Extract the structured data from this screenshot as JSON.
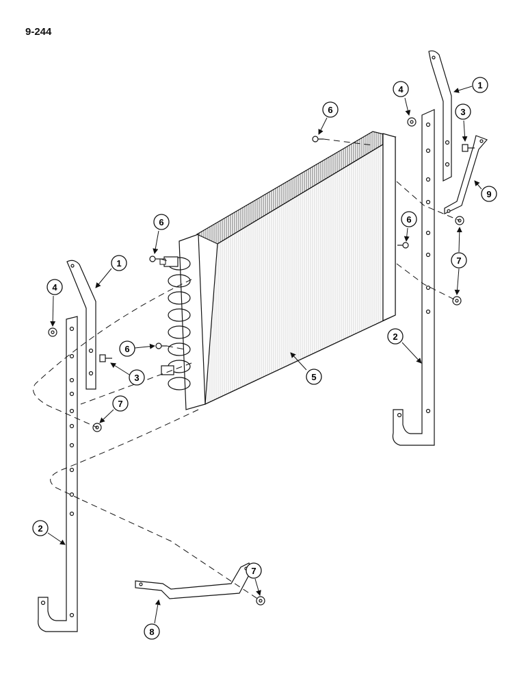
{
  "page": {
    "number": "9-244"
  },
  "diagram": {
    "callouts": [
      {
        "id": "c1-right",
        "label": "1"
      },
      {
        "id": "c3-right",
        "label": "3"
      },
      {
        "id": "c9",
        "label": "9"
      },
      {
        "id": "c4-top",
        "label": "4"
      },
      {
        "id": "c6-top",
        "label": "6"
      },
      {
        "id": "c6-left",
        "label": "6"
      },
      {
        "id": "c6-right",
        "label": "6"
      },
      {
        "id": "c7-right",
        "label": "7"
      },
      {
        "id": "c1-left",
        "label": "1"
      },
      {
        "id": "c4-left",
        "label": "4"
      },
      {
        "id": "c6-mid",
        "label": "6"
      },
      {
        "id": "c3-left",
        "label": "3"
      },
      {
        "id": "c5",
        "label": "5"
      },
      {
        "id": "c2-right",
        "label": "2"
      },
      {
        "id": "c7-left",
        "label": "7"
      },
      {
        "id": "c2-left",
        "label": "2"
      },
      {
        "id": "c7-bottom",
        "label": "7"
      },
      {
        "id": "c8",
        "label": "8"
      }
    ]
  }
}
